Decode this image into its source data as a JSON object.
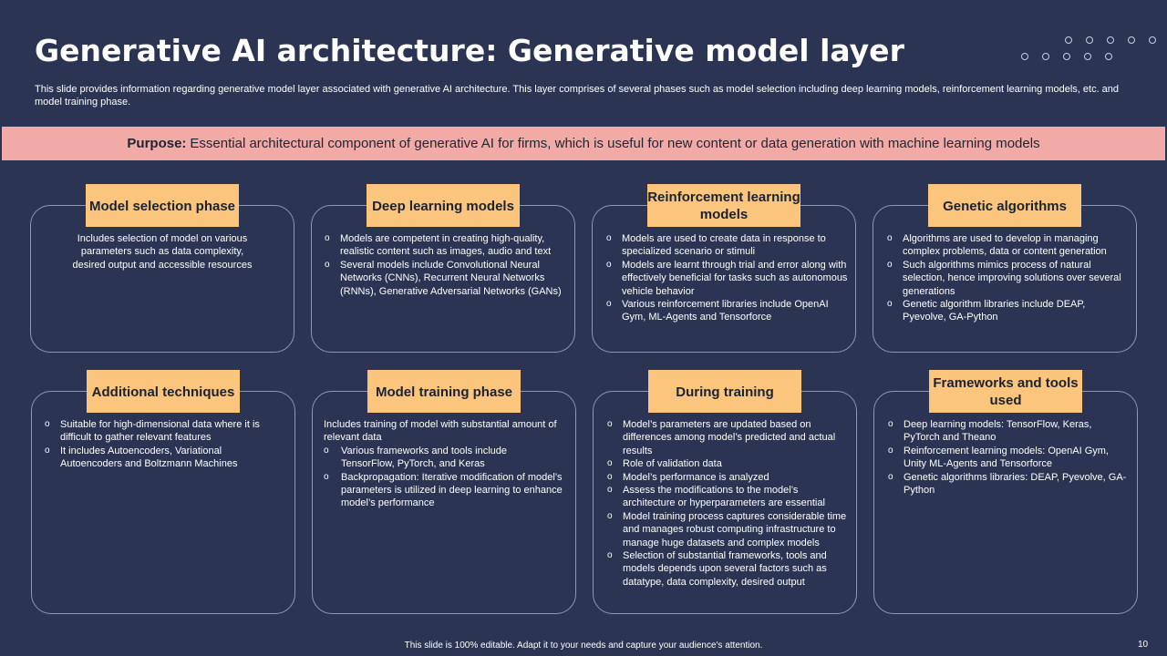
{
  "header": {
    "title": "Generative AI architecture: Generative model layer",
    "subtitle": "This slide provides information regarding generative model layer associated with generative AI architecture. This layer comprises of several phases such as model selection including deep learning models, reinforcement learning models, etc. and model training phase."
  },
  "purpose": {
    "label": "Purpose:",
    "text": "Essential architectural component of generative AI for firms, which is useful for new content or data generation with machine learning models"
  },
  "cards": [
    {
      "title": "Model selection phase",
      "text": "Includes selection of model on various parameters such as data complexity, desired output and accessible resources"
    },
    {
      "title": "Deep learning models",
      "bullets": [
        "Models are competent in creating high-quality, realistic content such as images, audio and text",
        "Several models include Convolutional Neural Networks (CNNs), Recurrent Neural Networks (RNNs), Generative Adversarial Networks (GANs)"
      ]
    },
    {
      "title": "Reinforcement learning models",
      "bullets": [
        "Models are used to create data in response to specialized scenario or stimuli",
        "Models are learnt through trial and error along with effectively beneficial for tasks such as autonomous vehicle behavior",
        "Various reinforcement libraries include OpenAI Gym, ML-Agents and Tensorforce"
      ]
    },
    {
      "title": "Genetic algorithms",
      "bullets": [
        "Algorithms are used to develop in managing complex problems, data or content generation",
        "Such algorithms mimics process of natural selection, hence improving solutions over several generations",
        "Genetic algorithm libraries include DEAP, Pyevolve, GA-Python"
      ]
    },
    {
      "title": "Additional techniques",
      "bullets": [
        "Suitable for high-dimensional data where it is difficult to gather relevant features",
        "It includes Autoencoders, Variational Autoencoders and Boltzmann Machines"
      ]
    },
    {
      "title": "Model training phase",
      "intro": "Includes training of model with substantial amount of relevant data",
      "bullets": [
        "Various frameworks and tools include TensorFlow, PyTorch, and Keras",
        "Backpropagation: Iterative modification of model’s parameters is utilized in deep learning to enhance model’s performance"
      ]
    },
    {
      "title": "During training",
      "bullets": [
        "Model’s parameters are updated based on differences among model’s predicted and actual results",
        "Role of validation data",
        "Model’s performance is analyzed",
        "Assess the modifications to the model’s architecture or hyperparameters are essential",
        "Model training process captures considerable time and manages robust computing infrastructure to manage huge datasets and complex models",
        "Selection of substantial frameworks, tools and models depends upon several factors such as datatype, data complexity, desired output"
      ]
    },
    {
      "title": "Frameworks and tools used",
      "bullets": [
        "Deep learning models: TensorFlow, Keras, PyTorch and Theano",
        "Reinforcement learning models: OpenAI Gym, Unity ML-Agents and Tensorforce",
        "Genetic algorithms libraries: DEAP, Pyevolve, GA-Python"
      ]
    }
  ],
  "footer": {
    "note": "This slide is 100% editable. Adapt it to your needs and capture your audience's attention.",
    "page_number": "10"
  },
  "colors": {
    "background": "#2b3553",
    "label_fill": "#fbc57d",
    "purpose_fill": "#f2aaa6",
    "card_border": "#8e97b3"
  }
}
